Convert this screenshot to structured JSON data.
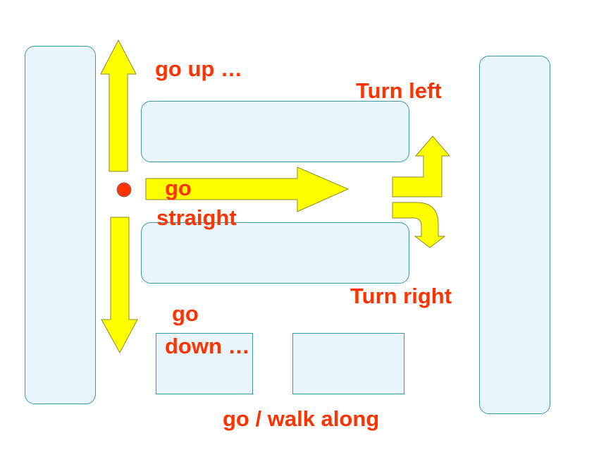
{
  "labels": {
    "go_up": "go up …",
    "turn_left": "Turn left",
    "go_straight_1": "go",
    "go_straight_2": "straight",
    "turn_right": "Turn right",
    "go_down_1": "go",
    "go_down_2": "down …",
    "walk_along": "go / walk along"
  },
  "colors": {
    "arrow_fill": "#ffff00",
    "arrow_stroke": "#8a8a2a",
    "label": "#ff3300",
    "block_fill": "#e8f6fc",
    "block_stroke": "#3f9a9e",
    "dot": "#ff3300"
  }
}
